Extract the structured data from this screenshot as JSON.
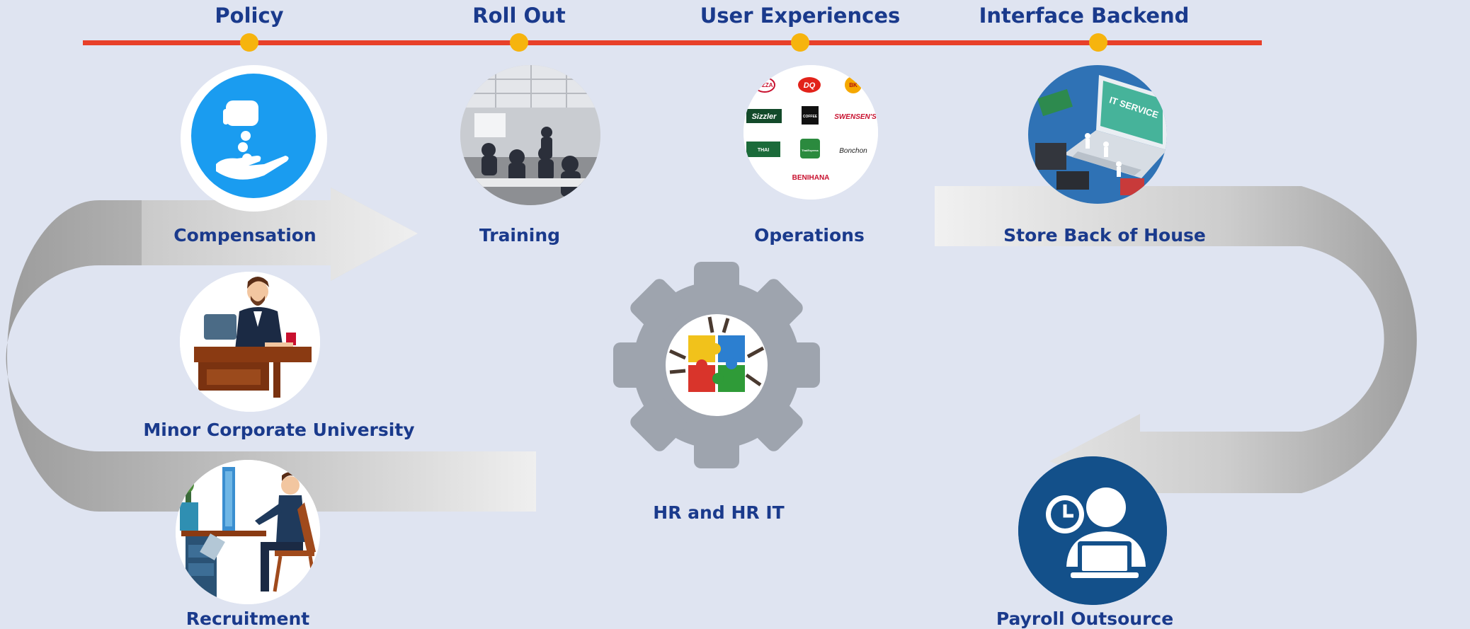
{
  "timeline": {
    "phases": [
      {
        "label": "Policy"
      },
      {
        "label": "Roll Out"
      },
      {
        "label": "User Experiences"
      },
      {
        "label": "Interface Backend"
      }
    ]
  },
  "nodes": {
    "compensation": "Compensation",
    "training": "Training",
    "operations": "Operations",
    "store_back_of_house": "Store Back of House",
    "minor_corporate_university": "Minor Corporate University",
    "recruitment": "Recruitment",
    "hr_and_hr_it": "HR and HR IT",
    "payroll_outsource": "Payroll Outsource"
  },
  "brand_logos": [
    "PIZZA",
    "DQ",
    "BK",
    "Sizzler",
    "COFFEE",
    "SWENSEN'S",
    "THAI",
    "ThaiExpress",
    "Bonchon",
    "BENIHANA"
  ],
  "laptop_sign": "IT SERVICE",
  "colors": {
    "timeline_line": "#e8402a",
    "timeline_dot": "#f6b40e",
    "label_text": "#1a3a8c",
    "gear": "#9ea4ae",
    "compensation_bg": "#1a9cf0",
    "payroll_bg": "#13508a"
  }
}
